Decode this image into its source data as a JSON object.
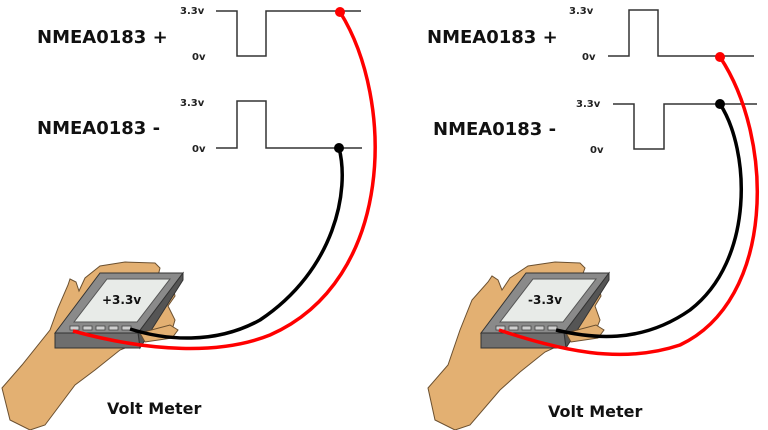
{
  "panels": [
    {
      "id": "left",
      "signal_plus": {
        "label": "NMEA0183 +",
        "high_label": "3.3v",
        "low_label": "0v",
        "pulse": "low",
        "probe_level": "high"
      },
      "signal_minus": {
        "label": "NMEA0183 -",
        "high_label": "3.3v",
        "low_label": "0v",
        "pulse": "high",
        "probe_level": "low"
      },
      "meter": {
        "reading": "+3.3v",
        "caption": "Volt Meter"
      },
      "probe_colors": {
        "positive": "#ff0000",
        "negative": "#000000"
      }
    },
    {
      "id": "right",
      "signal_plus": {
        "label": "NMEA0183 +",
        "high_label": "3.3v",
        "low_label": "0v",
        "pulse": "high",
        "probe_level": "low"
      },
      "signal_minus": {
        "label": "NMEA0183 -",
        "high_label": "3.3v",
        "low_label": "0v",
        "pulse": "low",
        "probe_level": "high"
      },
      "meter": {
        "reading": "-3.3v",
        "caption": "Volt Meter"
      },
      "probe_colors": {
        "positive": "#ff0000",
        "negative": "#000000"
      }
    }
  ],
  "colors": {
    "skin": "#e3b072",
    "meter_body": "#808080",
    "meter_dark": "#5a5a5a",
    "lcd": "#e8ebe8",
    "wire_red": "#ff0000",
    "wire_black": "#000000"
  }
}
